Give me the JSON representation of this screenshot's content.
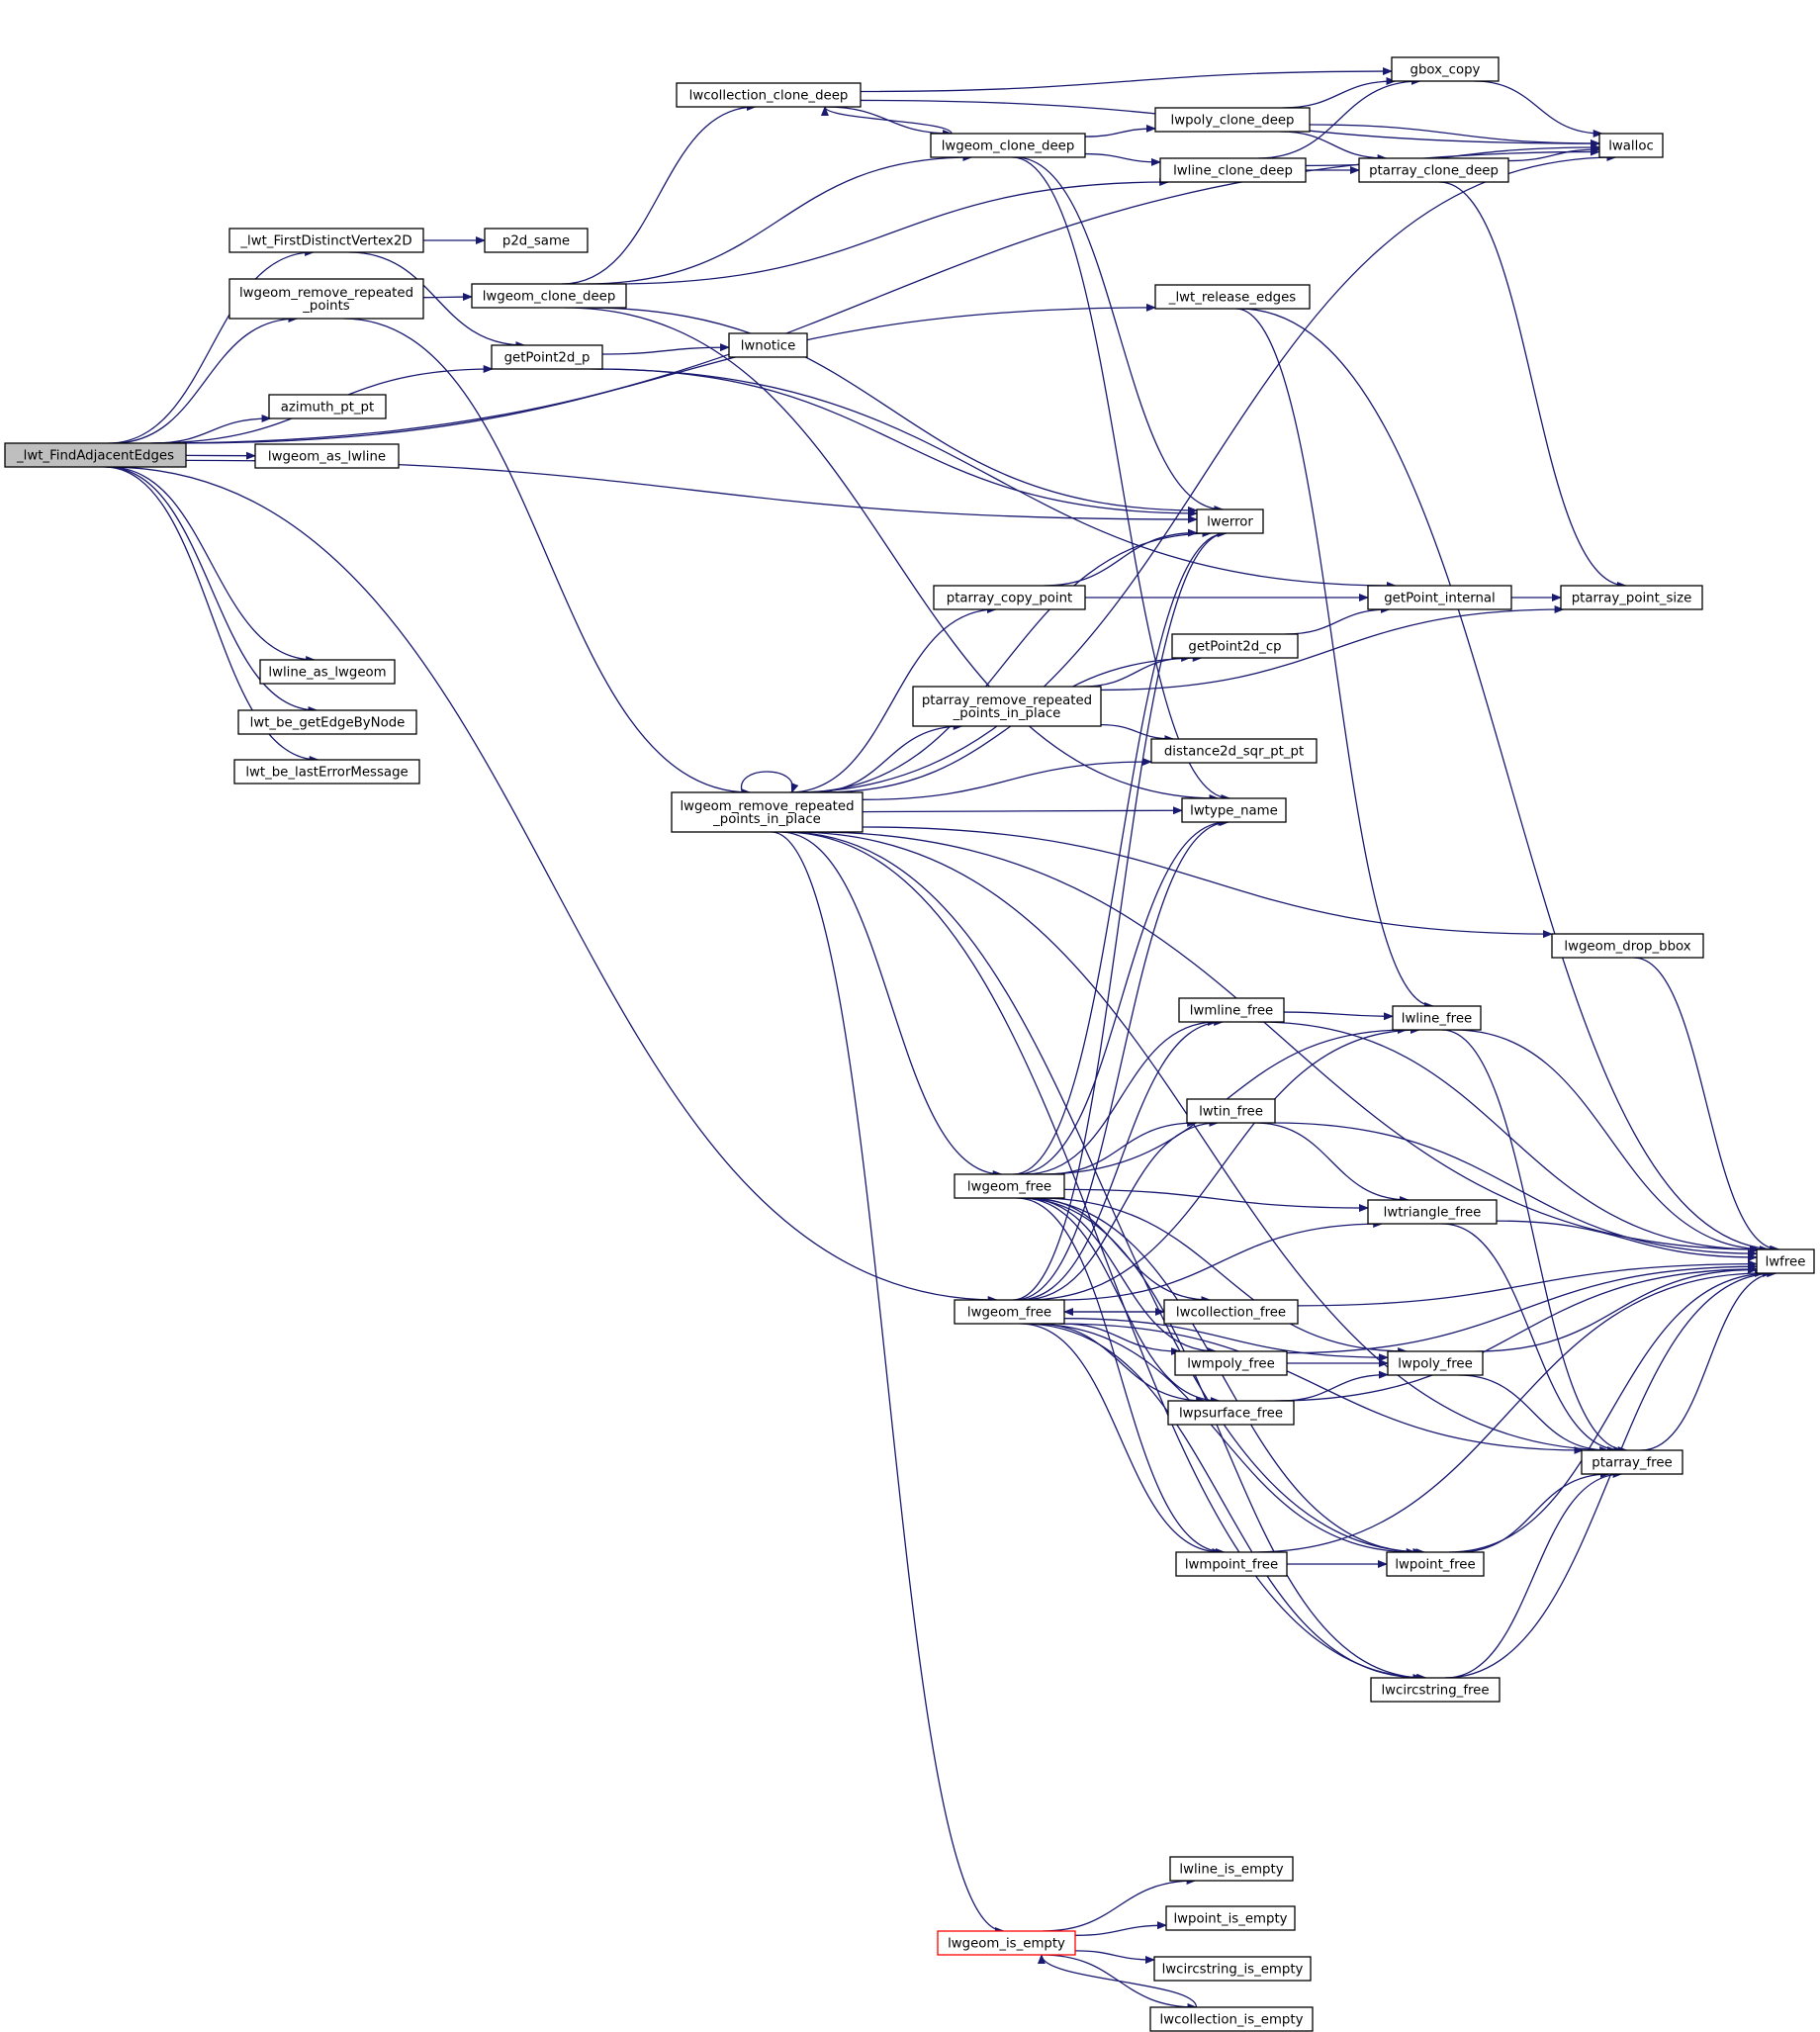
{
  "diagram": {
    "type": "call-graph",
    "root": "_lwt_FindAdjacentEdges",
    "colors": {
      "edge": "#191970",
      "node_border": "#000000",
      "root_fill": "#bfbfbf",
      "highlight_border": "#ff0000"
    },
    "nodes": [
      {
        "id": "n1",
        "lines": [
          "_lwt_FindAdjacentEdges"
        ],
        "style": "root"
      },
      {
        "id": "n2",
        "lines": [
          "_lwt_FirstDistinctVertex2D"
        ]
      },
      {
        "id": "n3",
        "lines": [
          "lwgeom_remove_repeated",
          "_points"
        ]
      },
      {
        "id": "n4",
        "lines": [
          "getPoint2d_p"
        ]
      },
      {
        "id": "n5",
        "lines": [
          "azimuth_pt_pt"
        ]
      },
      {
        "id": "n6",
        "lines": [
          "lwgeom_as_lwline"
        ]
      },
      {
        "id": "n7",
        "lines": [
          "lwline_as_lwgeom"
        ]
      },
      {
        "id": "n8",
        "lines": [
          "lwt_be_getEdgeByNode"
        ]
      },
      {
        "id": "n9",
        "lines": [
          "lwt_be_lastErrorMessage"
        ]
      },
      {
        "id": "n10",
        "lines": [
          "p2d_same"
        ]
      },
      {
        "id": "n11",
        "lines": [
          "lwgeom_clone_deep"
        ]
      },
      {
        "id": "n12",
        "lines": [
          "lwnotice"
        ]
      },
      {
        "id": "n13",
        "lines": [
          "lwcollection_clone_deep"
        ]
      },
      {
        "id": "n14",
        "lines": [
          "lwgeom_clone_deep"
        ]
      },
      {
        "id": "n15",
        "lines": [
          "lwgeom_remove_repeated",
          "_points_in_place"
        ]
      },
      {
        "id": "n16",
        "lines": [
          "lwpoly_clone_deep"
        ]
      },
      {
        "id": "n17",
        "lines": [
          "lwline_clone_deep"
        ]
      },
      {
        "id": "n18",
        "lines": [
          "gbox_copy"
        ]
      },
      {
        "id": "n19",
        "lines": [
          "ptarray_clone_deep"
        ]
      },
      {
        "id": "n20",
        "lines": [
          "lwalloc"
        ]
      },
      {
        "id": "n21",
        "lines": [
          "_lwt_release_edges"
        ]
      },
      {
        "id": "n22",
        "lines": [
          "lwerror"
        ]
      },
      {
        "id": "n23",
        "lines": [
          "ptarray_copy_point"
        ]
      },
      {
        "id": "n24",
        "lines": [
          "getPoint_internal"
        ]
      },
      {
        "id": "n25",
        "lines": [
          "ptarray_point_size"
        ]
      },
      {
        "id": "n26",
        "lines": [
          "getPoint2d_cp"
        ]
      },
      {
        "id": "n27",
        "lines": [
          "ptarray_remove_repeated",
          "_points_in_place"
        ]
      },
      {
        "id": "n28",
        "lines": [
          "distance2d_sqr_pt_pt"
        ]
      },
      {
        "id": "n29",
        "lines": [
          "lwtype_name"
        ]
      },
      {
        "id": "n30",
        "lines": [
          "lwgeom_drop_bbox"
        ]
      },
      {
        "id": "n31",
        "lines": [
          "lwmline_free"
        ]
      },
      {
        "id": "n32",
        "lines": [
          "lwline_free"
        ]
      },
      {
        "id": "n33",
        "lines": [
          "lwtin_free"
        ]
      },
      {
        "id": "n34",
        "lines": [
          "lwgeom_free"
        ]
      },
      {
        "id": "n35",
        "lines": [
          "lwtriangle_free"
        ]
      },
      {
        "id": "n36",
        "lines": [
          "lwfree"
        ]
      },
      {
        "id": "n37",
        "lines": [
          "lwgeom_free"
        ]
      },
      {
        "id": "n38",
        "lines": [
          "lwcollection_free"
        ]
      },
      {
        "id": "n39",
        "lines": [
          "lwmpoly_free"
        ]
      },
      {
        "id": "n40",
        "lines": [
          "lwpoly_free"
        ]
      },
      {
        "id": "n41",
        "lines": [
          "lwpsurface_free"
        ]
      },
      {
        "id": "n42",
        "lines": [
          "ptarray_free"
        ]
      },
      {
        "id": "n43",
        "lines": [
          "lwmpoint_free"
        ]
      },
      {
        "id": "n44",
        "lines": [
          "lwpoint_free"
        ]
      },
      {
        "id": "n45",
        "lines": [
          "lwcircstring_free"
        ]
      },
      {
        "id": "n46",
        "lines": [
          "lwline_is_empty"
        ]
      },
      {
        "id": "n47",
        "lines": [
          "lwpoint_is_empty"
        ]
      },
      {
        "id": "n48",
        "lines": [
          "lwgeom_is_empty"
        ],
        "style": "highlight"
      },
      {
        "id": "n49",
        "lines": [
          "lwcircstring_is_empty"
        ]
      },
      {
        "id": "n50",
        "lines": [
          "lwcollection_is_empty"
        ]
      }
    ],
    "edges": [
      [
        "n1",
        "n2"
      ],
      [
        "n1",
        "n3"
      ],
      [
        "n1",
        "n4"
      ],
      [
        "n1",
        "n5"
      ],
      [
        "n1",
        "n6"
      ],
      [
        "n1",
        "n7"
      ],
      [
        "n1",
        "n8"
      ],
      [
        "n1",
        "n9"
      ],
      [
        "n1",
        "n22"
      ],
      [
        "n1",
        "n21"
      ],
      [
        "n1",
        "n20"
      ],
      [
        "n1",
        "n37"
      ],
      [
        "n2",
        "n10"
      ],
      [
        "n2",
        "n4"
      ],
      [
        "n3",
        "n11"
      ],
      [
        "n3",
        "n15"
      ],
      [
        "n4",
        "n12"
      ],
      [
        "n4",
        "n22"
      ],
      [
        "n4",
        "n24"
      ],
      [
        "n11",
        "n13"
      ],
      [
        "n11",
        "n14"
      ],
      [
        "n11",
        "n17"
      ],
      [
        "n11",
        "n22"
      ],
      [
        "n11",
        "n29"
      ],
      [
        "n13",
        "n18"
      ],
      [
        "n13",
        "n14"
      ],
      [
        "n13",
        "n20"
      ],
      [
        "n14",
        "n13"
      ],
      [
        "n14",
        "n16"
      ],
      [
        "n14",
        "n17"
      ],
      [
        "n14",
        "n22"
      ],
      [
        "n14",
        "n29"
      ],
      [
        "n16",
        "n18"
      ],
      [
        "n16",
        "n19"
      ],
      [
        "n16",
        "n20"
      ],
      [
        "n17",
        "n18"
      ],
      [
        "n17",
        "n19"
      ],
      [
        "n17",
        "n20"
      ],
      [
        "n18",
        "n20"
      ],
      [
        "n19",
        "n20"
      ],
      [
        "n19",
        "n25"
      ],
      [
        "n21",
        "n32"
      ],
      [
        "n21",
        "n36"
      ],
      [
        "n15",
        "n15"
      ],
      [
        "n15",
        "n20"
      ],
      [
        "n15",
        "n22"
      ],
      [
        "n15",
        "n23"
      ],
      [
        "n15",
        "n26"
      ],
      [
        "n15",
        "n27"
      ],
      [
        "n15",
        "n28"
      ],
      [
        "n15",
        "n29"
      ],
      [
        "n15",
        "n30"
      ],
      [
        "n15",
        "n34"
      ],
      [
        "n15",
        "n36"
      ],
      [
        "n15",
        "n42"
      ],
      [
        "n15",
        "n44"
      ],
      [
        "n15",
        "n45"
      ],
      [
        "n15",
        "n48"
      ],
      [
        "n23",
        "n22"
      ],
      [
        "n23",
        "n24"
      ],
      [
        "n24",
        "n25"
      ],
      [
        "n26",
        "n24"
      ],
      [
        "n27",
        "n26"
      ],
      [
        "n27",
        "n25"
      ],
      [
        "n27",
        "n28"
      ],
      [
        "n30",
        "n36"
      ],
      [
        "n34",
        "n22"
      ],
      [
        "n34",
        "n29"
      ],
      [
        "n34",
        "n31"
      ],
      [
        "n34",
        "n32"
      ],
      [
        "n34",
        "n33"
      ],
      [
        "n34",
        "n35"
      ],
      [
        "n34",
        "n38"
      ],
      [
        "n34",
        "n39"
      ],
      [
        "n34",
        "n40"
      ],
      [
        "n34",
        "n41"
      ],
      [
        "n34",
        "n43"
      ],
      [
        "n34",
        "n44"
      ],
      [
        "n34",
        "n45"
      ],
      [
        "n37",
        "n22"
      ],
      [
        "n37",
        "n29"
      ],
      [
        "n37",
        "n31"
      ],
      [
        "n37",
        "n32"
      ],
      [
        "n37",
        "n33"
      ],
      [
        "n37",
        "n35"
      ],
      [
        "n37",
        "n38"
      ],
      [
        "n37",
        "n39"
      ],
      [
        "n37",
        "n40"
      ],
      [
        "n37",
        "n41"
      ],
      [
        "n37",
        "n42"
      ],
      [
        "n37",
        "n43"
      ],
      [
        "n37",
        "n44"
      ],
      [
        "n37",
        "n45"
      ],
      [
        "n38",
        "n37"
      ],
      [
        "n38",
        "n36"
      ],
      [
        "n31",
        "n32"
      ],
      [
        "n31",
        "n36"
      ],
      [
        "n32",
        "n36"
      ],
      [
        "n32",
        "n42"
      ],
      [
        "n33",
        "n35"
      ],
      [
        "n33",
        "n36"
      ],
      [
        "n35",
        "n36"
      ],
      [
        "n35",
        "n42"
      ],
      [
        "n39",
        "n40"
      ],
      [
        "n39",
        "n36"
      ],
      [
        "n40",
        "n36"
      ],
      [
        "n40",
        "n42"
      ],
      [
        "n41",
        "n40"
      ],
      [
        "n41",
        "n36"
      ],
      [
        "n42",
        "n36"
      ],
      [
        "n43",
        "n44"
      ],
      [
        "n43",
        "n36"
      ],
      [
        "n44",
        "n36"
      ],
      [
        "n44",
        "n42"
      ],
      [
        "n45",
        "n36"
      ],
      [
        "n45",
        "n42"
      ],
      [
        "n48",
        "n46"
      ],
      [
        "n48",
        "n47"
      ],
      [
        "n48",
        "n49"
      ],
      [
        "n48",
        "n50"
      ],
      [
        "n50",
        "n48"
      ]
    ]
  }
}
